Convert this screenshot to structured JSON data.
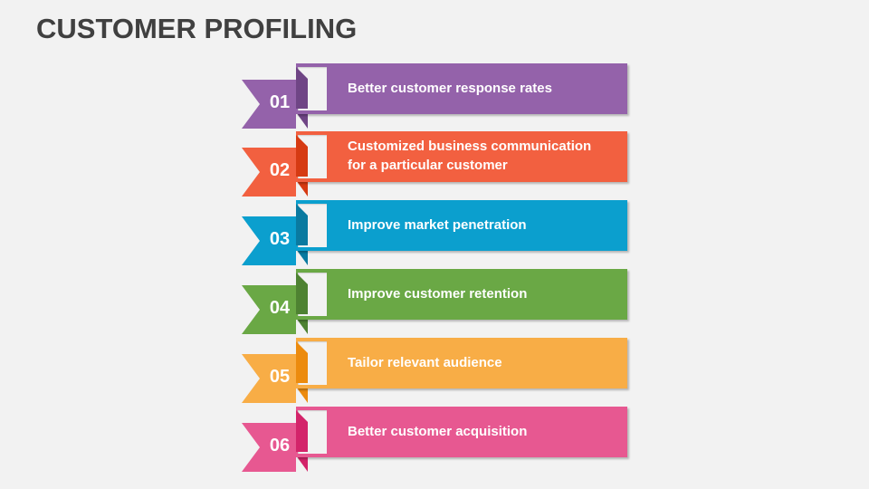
{
  "title": "CUSTOMER PROFILING",
  "items": [
    {
      "number": "01",
      "line1": "Better customer response rates",
      "line2": "",
      "color": "#9462aa",
      "dark": "#6f4585"
    },
    {
      "number": "02",
      "line1": "Customized business communication",
      "line2": "for a particular customer",
      "color": "#f26040",
      "dark": "#d63a12"
    },
    {
      "number": "03",
      "line1": "Improve market penetration",
      "line2": "",
      "color": "#0b9fce",
      "dark": "#0a7aa0"
    },
    {
      "number": "04",
      "line1": "Improve customer retention",
      "line2": "",
      "color": "#6aa845",
      "dark": "#4e8232"
    },
    {
      "number": "05",
      "line1": "Tailor relevant audience",
      "line2": "",
      "color": "#f8ad46",
      "dark": "#ec8b0e"
    },
    {
      "number": "06",
      "line1": "Better customer acquisition",
      "line2": "",
      "color": "#e75891",
      "dark": "#d3246a"
    }
  ]
}
